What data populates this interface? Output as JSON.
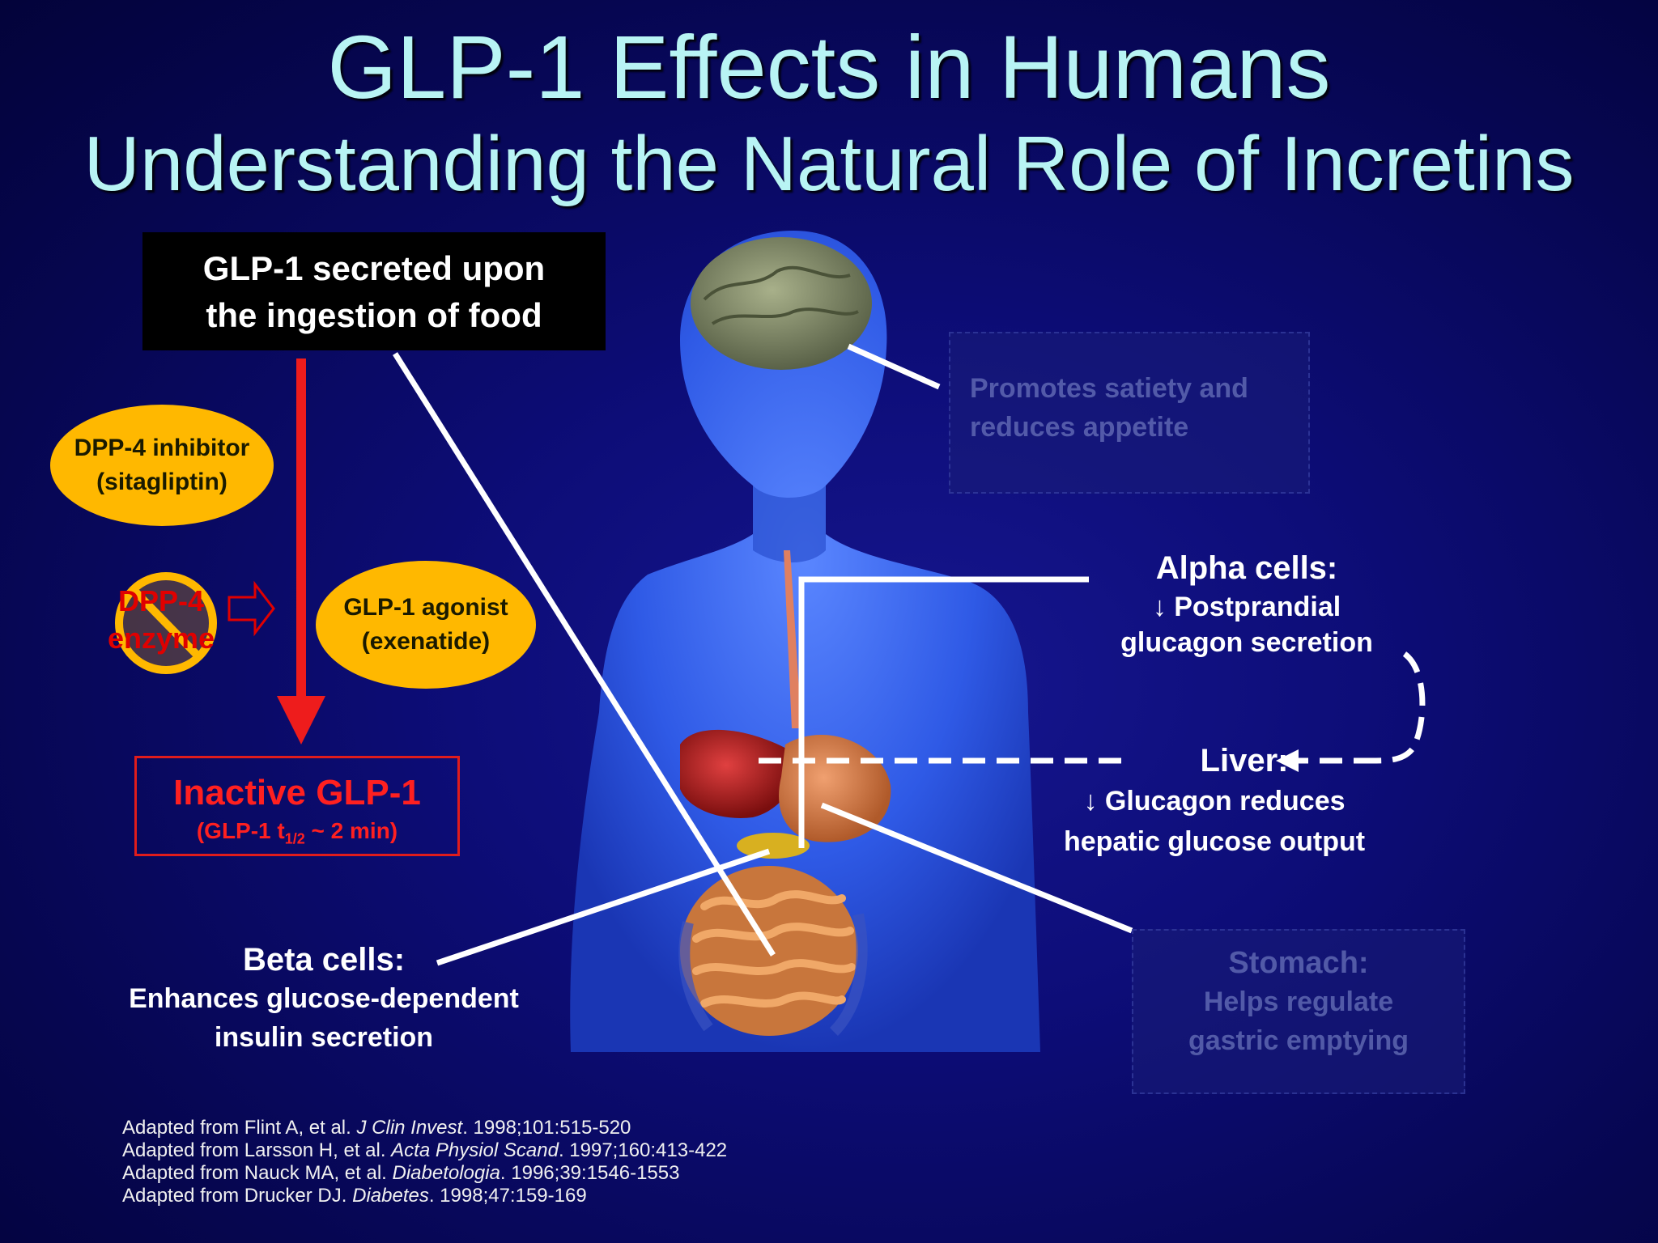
{
  "title": {
    "line1": "GLP-1 Effects in Humans",
    "line2": "Understanding the Natural Role of Incretins"
  },
  "secretion_box": {
    "line1": "GLP-1 secreted upon",
    "line2": "the ingestion of food"
  },
  "dpp4_inhibitor": {
    "line1": "DPP-4 inhibitor",
    "line2": "(sitagliptin)"
  },
  "dpp4_enzyme": {
    "line1": "DPP-4",
    "line2": "enzyme"
  },
  "glp1_agonist": {
    "line1": "GLP-1 agonist",
    "line2": "(exenatide)"
  },
  "inactive": {
    "title": "Inactive GLP-1",
    "sub_prefix": "(GLP-1 t",
    "sub_subscript": "1/2",
    "sub_suffix": " ~ 2 min)"
  },
  "brain_effect": {
    "line1": "Promotes satiety and",
    "line2": "reduces appetite"
  },
  "alpha_cells": {
    "title": "Alpha cells:",
    "line1": "↓ Postprandial",
    "line2": "glucagon secretion"
  },
  "liver": {
    "title": "Liver:",
    "line1": "↓ Glucagon reduces",
    "line2": "hepatic glucose output"
  },
  "beta_cells": {
    "title": "Beta cells:",
    "line1": "Enhances glucose-dependent",
    "line2": "insulin secretion"
  },
  "stomach": {
    "title": "Stomach:",
    "line1": "Helps regulate",
    "line2": "gastric emptying"
  },
  "references": [
    {
      "prefix": "Adapted from Flint A, et al. ",
      "journal": "J Clin Invest",
      "suffix": ". 1998;101:515-520"
    },
    {
      "prefix": "Adapted from Larsson H, et al. ",
      "journal": "Acta Physiol Scand",
      "suffix": ". 1997;160:413-422"
    },
    {
      "prefix": "Adapted from Nauck MA, et al. ",
      "journal": "Diabetologia",
      "suffix": ". 1996;39:1546-1553"
    },
    {
      "prefix": "Adapted from Drucker DJ. ",
      "journal": "Diabetes",
      "suffix": ". 1998;47:159-169"
    }
  ],
  "colors": {
    "background": "#0d0d78",
    "title": "#b8f4f4",
    "body": "#2e55e0",
    "oval": "#ffb800",
    "inactive_red": "#e01c1c",
    "leader_white": "#ffffff"
  }
}
